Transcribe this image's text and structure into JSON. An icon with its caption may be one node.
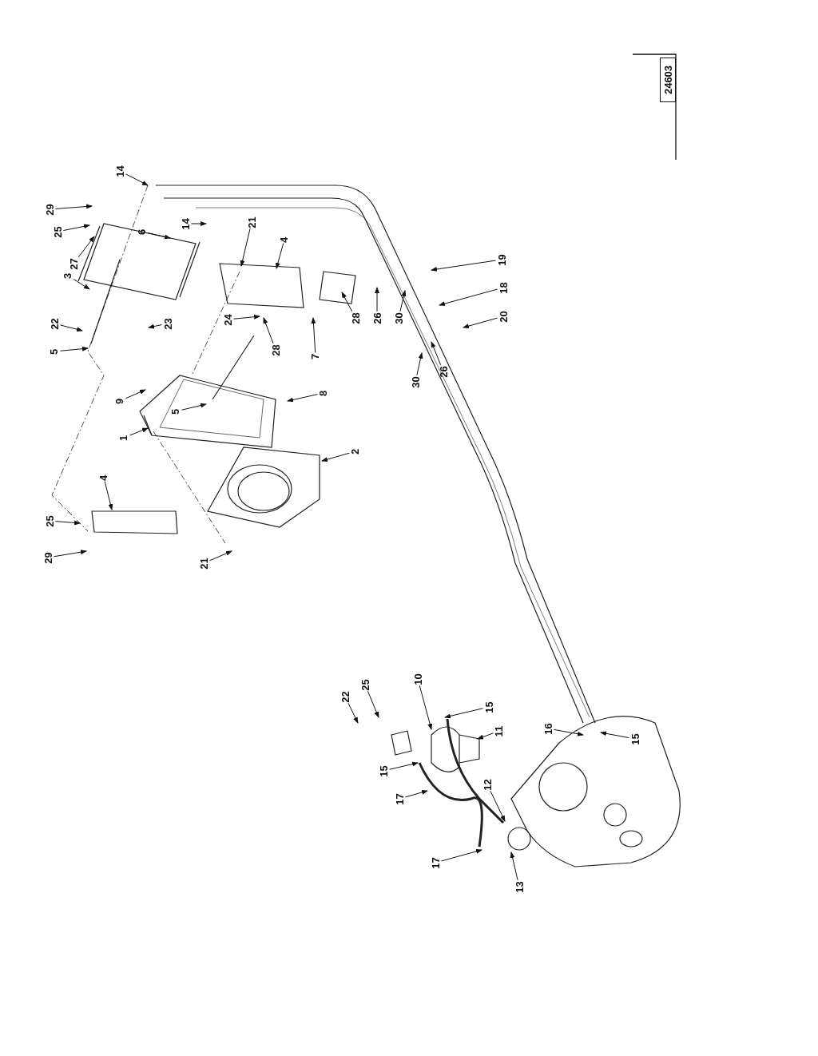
{
  "diagram": {
    "nodes": [
      {
        "text": [
          "14"
        ]
      },
      {
        "text": [
          "29"
        ]
      },
      {
        "text": [
          "25"
        ]
      },
      {
        "text": [
          "27"
        ]
      },
      {
        "text": [
          "6"
        ]
      },
      {
        "text": [
          "14"
        ]
      },
      {
        "text": [
          "21"
        ]
      },
      {
        "text": [
          "3"
        ]
      },
      {
        "text": [
          "22"
        ]
      },
      {
        "text": [
          "23"
        ]
      },
      {
        "text": [
          "5"
        ]
      },
      {
        "text": [
          "4"
        ]
      },
      {
        "text": [
          "24"
        ]
      },
      {
        "text": [
          "28"
        ]
      },
      {
        "text": [
          "7"
        ]
      },
      {
        "text": [
          "28"
        ]
      },
      {
        "text": [
          "26"
        ]
      },
      {
        "text": [
          "30"
        ]
      },
      {
        "text": [
          "19"
        ]
      },
      {
        "text": [
          "18"
        ]
      },
      {
        "text": [
          "20"
        ]
      },
      {
        "text": [
          "30"
        ]
      },
      {
        "text": [
          "26"
        ]
      },
      {
        "text": [
          "5"
        ]
      },
      {
        "text": [
          "9"
        ]
      },
      {
        "text": [
          "8"
        ]
      },
      {
        "text": [
          "1"
        ]
      },
      {
        "text": [
          "2"
        ]
      },
      {
        "text": [
          "4"
        ]
      },
      {
        "text": [
          "25"
        ]
      },
      {
        "text": [
          "29"
        ]
      },
      {
        "text": [
          "21"
        ]
      },
      {
        "text": [
          "22"
        ]
      },
      {
        "text": [
          "25"
        ]
      },
      {
        "text": [
          "10"
        ]
      },
      {
        "text": [
          "15"
        ]
      },
      {
        "text": [
          "11"
        ]
      },
      {
        "text": [
          "16"
        ]
      },
      {
        "text": [
          "15"
        ]
      },
      {
        "text": [
          "15"
        ]
      },
      {
        "text": [
          "12"
        ]
      },
      {
        "text": [
          "17"
        ]
      },
      {
        "text": [
          "17"
        ]
      },
      {
        "text": [
          "13"
        ]
      }
    ],
    "edges": [
      {
        "from": 0,
        "to": null,
        "arrow": "to"
      },
      {
        "from": 1,
        "to": null,
        "arrow": "to"
      },
      {
        "from": 2,
        "to": null,
        "arrow": "to"
      },
      {
        "from": 3,
        "to": null,
        "arrow": "to"
      },
      {
        "from": 4,
        "to": null,
        "arrow": "to"
      },
      {
        "from": 5,
        "to": null,
        "arrow": "to"
      },
      {
        "from": 6,
        "to": null,
        "arrow": "to"
      },
      {
        "from": 7,
        "to": null,
        "arrow": "to"
      },
      {
        "from": 8,
        "to": null,
        "arrow": "to"
      },
      {
        "from": 9,
        "to": null,
        "arrow": "to"
      },
      {
        "from": 10,
        "to": null,
        "arrow": "to"
      },
      {
        "from": 11,
        "to": null,
        "arrow": "to"
      },
      {
        "from": 12,
        "to": null,
        "arrow": "to"
      },
      {
        "from": 13,
        "to": null,
        "arrow": "to"
      },
      {
        "from": 14,
        "to": null,
        "arrow": "to"
      },
      {
        "from": 15,
        "to": null,
        "arrow": "to"
      },
      {
        "from": 16,
        "to": null,
        "arrow": "to"
      },
      {
        "from": 17,
        "to": null,
        "arrow": "to"
      },
      {
        "from": 18,
        "to": null,
        "arrow": "to"
      },
      {
        "from": 19,
        "to": null,
        "arrow": "to"
      },
      {
        "from": 20,
        "to": null,
        "arrow": "to"
      },
      {
        "from": 21,
        "to": null,
        "arrow": "to"
      },
      {
        "from": 22,
        "to": null,
        "arrow": "to"
      },
      {
        "from": 23,
        "to": null,
        "arrow": "to"
      },
      {
        "from": 24,
        "to": null,
        "arrow": "to"
      },
      {
        "from": 25,
        "to": null,
        "arrow": "to"
      },
      {
        "from": 26,
        "to": null,
        "arrow": "to"
      },
      {
        "from": 27,
        "to": null,
        "arrow": "to"
      },
      {
        "from": 28,
        "to": null,
        "arrow": "to"
      },
      {
        "from": 29,
        "to": null,
        "arrow": "to"
      },
      {
        "from": 30,
        "to": null,
        "arrow": "to"
      },
      {
        "from": 31,
        "to": null,
        "arrow": "to"
      },
      {
        "from": 32,
        "to": null,
        "arrow": "to"
      },
      {
        "from": 33,
        "to": null,
        "arrow": "to"
      },
      {
        "from": 34,
        "to": null,
        "arrow": "to"
      },
      {
        "from": 35,
        "to": null,
        "arrow": "to"
      },
      {
        "from": 36,
        "to": null,
        "arrow": "to"
      },
      {
        "from": 37,
        "to": null,
        "arrow": "to"
      },
      {
        "from": 38,
        "to": null,
        "arrow": "to"
      },
      {
        "from": 39,
        "to": null,
        "arrow": "to"
      },
      {
        "from": 40,
        "to": null,
        "arrow": "to"
      },
      {
        "from": 41,
        "to": null,
        "arrow": "to"
      },
      {
        "from": 42,
        "to": null,
        "arrow": "to"
      },
      {
        "from": 43,
        "to": null,
        "arrow": "to"
      }
    ],
    "labels": [
      "24603"
    ]
  }
}
